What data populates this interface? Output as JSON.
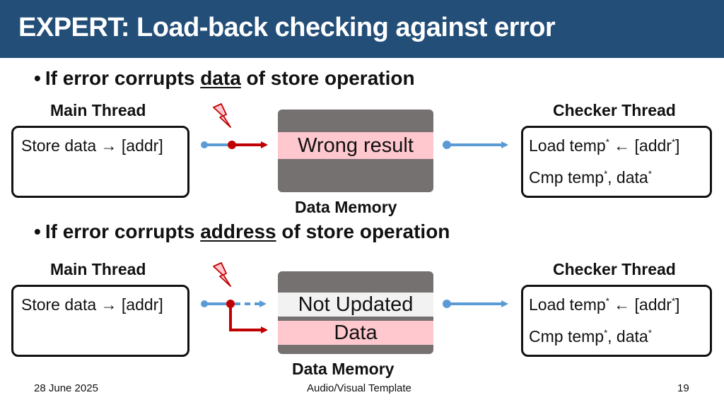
{
  "title": "EXPERT: Load-back checking against error",
  "section1": {
    "bullet_prefix": "If error corrupts ",
    "bullet_emph": "data",
    "bullet_suffix": " of store operation",
    "main_label": "Main Thread",
    "checker_label": "Checker Thread",
    "main_store_text": "Store data",
    "main_store_target": "[addr]",
    "checker_load_text": "Load temp",
    "checker_load_target_pre": "[addr",
    "checker_load_target_post": "]",
    "checker_cmp_text": "Cmp temp",
    "checker_cmp_text2": ", data",
    "star": "*",
    "memory_row": "Wrong result",
    "memory_label": "Data Memory"
  },
  "section2": {
    "bullet_prefix": "If error corrupts ",
    "bullet_emph": "address",
    "bullet_suffix": " of store operation",
    "main_label": "Main Thread",
    "checker_label": "Checker Thread",
    "main_store_text": "Store data",
    "main_store_target": "[addr]",
    "checker_load_text": "Load temp",
    "checker_load_target_pre": "[addr",
    "checker_load_target_post": "]",
    "checker_cmp_text": "Cmp temp",
    "checker_cmp_text2": ", data",
    "star": "*",
    "memory_row1": "Not Updated",
    "memory_row2": "Data",
    "memory_label": "Data Memory"
  },
  "footer": {
    "date": "28 June 2025",
    "center": "Audio/Visual Template",
    "page": "19"
  },
  "icons": {
    "arrow": "left-arrow-icon / right-arrow-icon",
    "bolt": "lightning-bolt-icon"
  },
  "colors": {
    "title_bar": "#234e78",
    "error_red": "#c00000",
    "flow_blue": "#5b9bd5",
    "memory_gray": "#767171",
    "highlight_pink": "#ffc7ce",
    "light_gray": "#f2f2f2"
  }
}
